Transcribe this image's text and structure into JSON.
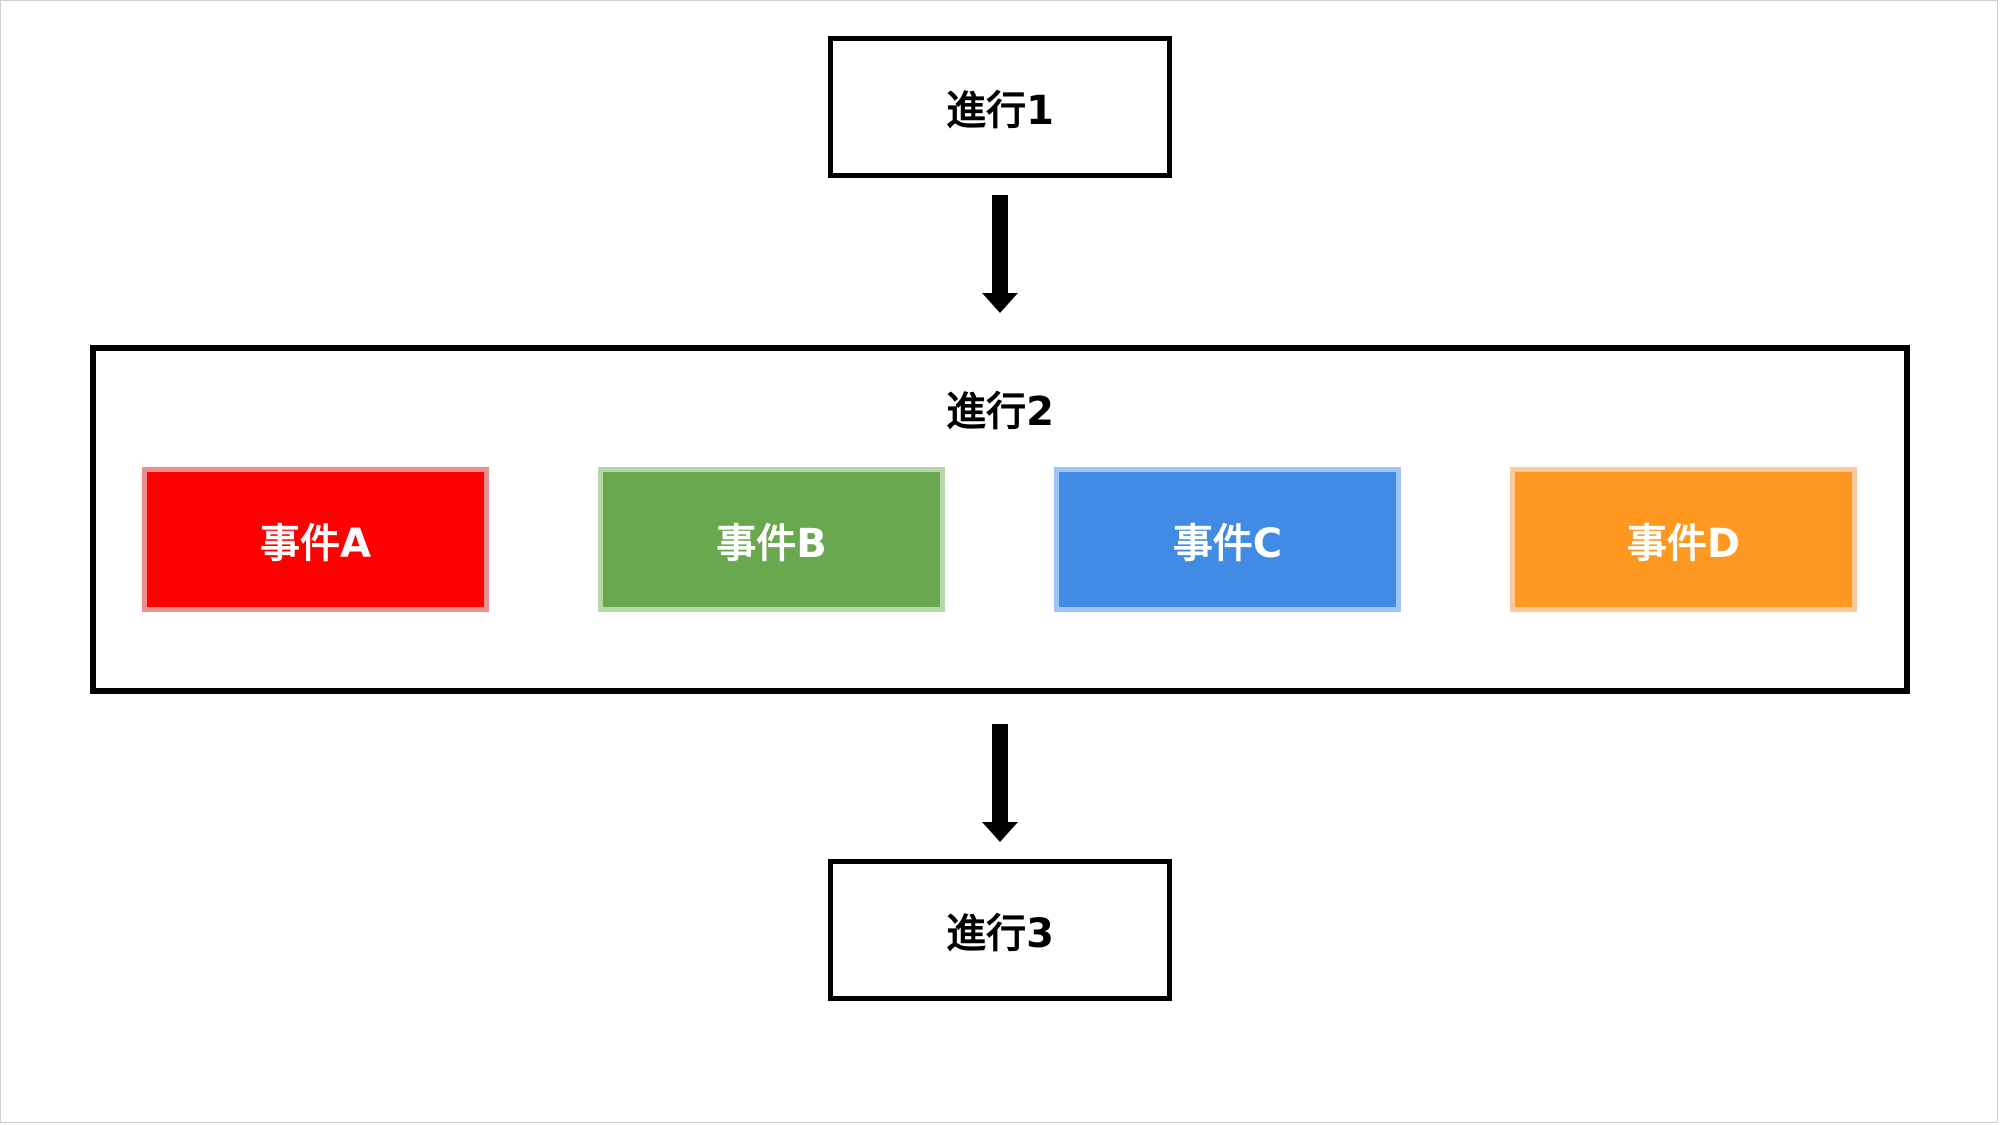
{
  "diagram": {
    "step1": {
      "label": "進行1"
    },
    "step2": {
      "label": "進行2",
      "events": [
        {
          "label": "事件A",
          "fill": "#ff0000",
          "border": "#ec8f8f"
        },
        {
          "label": "事件B",
          "fill": "#6aa84f",
          "border": "#b6d7a8"
        },
        {
          "label": "事件C",
          "fill": "#428be5",
          "border": "#9fc5f8"
        },
        {
          "label": "事件D",
          "fill": "#ff9821",
          "border": "#f9cb9c"
        }
      ]
    },
    "step3": {
      "label": "進行3"
    }
  }
}
